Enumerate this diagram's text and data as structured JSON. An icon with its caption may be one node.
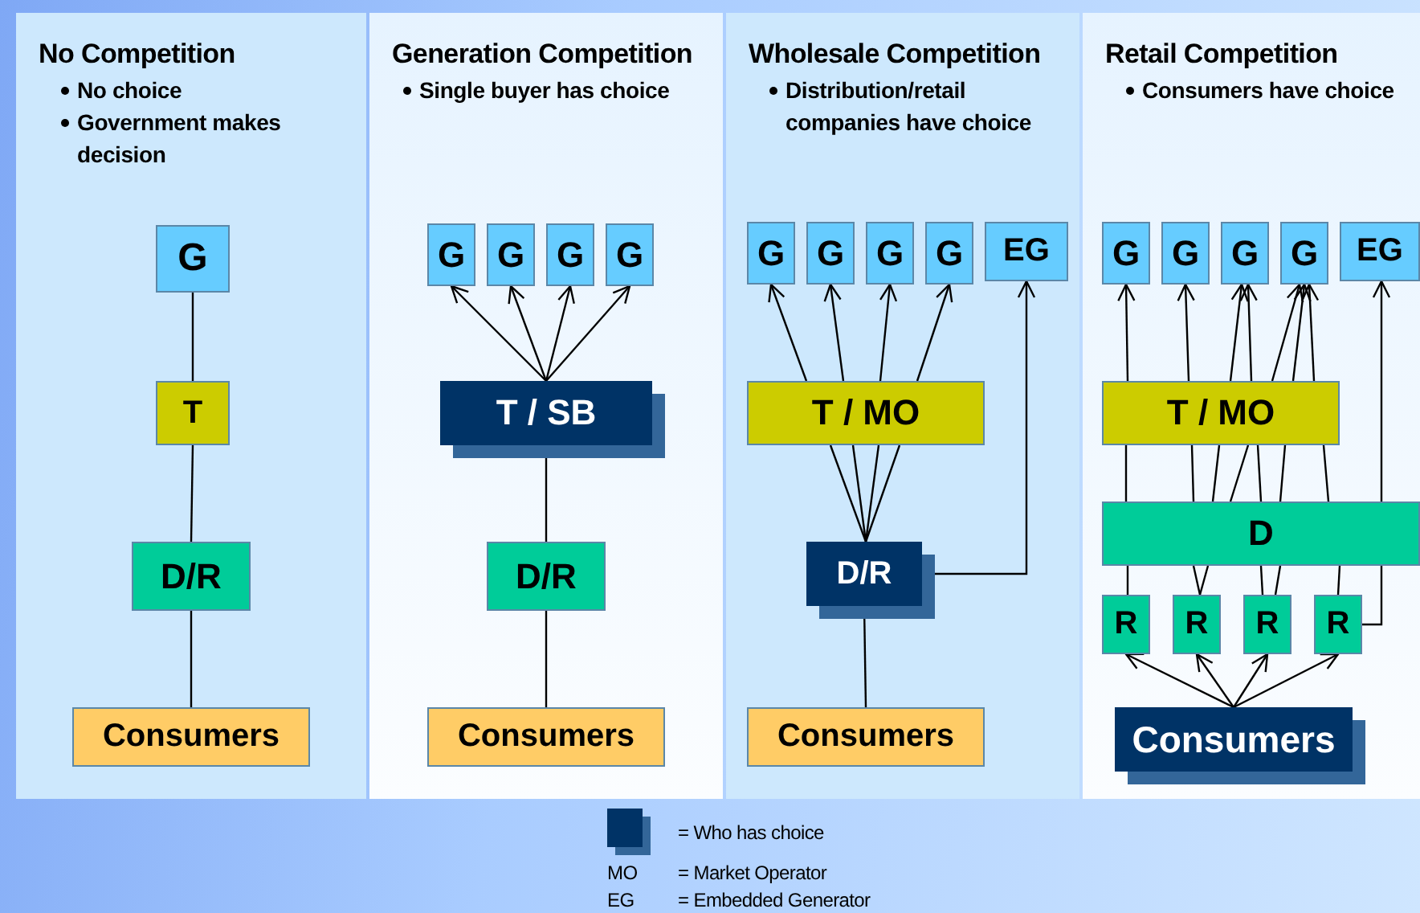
{
  "diagram": {
    "nodes": [
      {
        "text": [
          "No Competition",
          "No choice",
          "Government makes decision"
        ]
      },
      {
        "text": [
          "G"
        ],
        "in": 0
      },
      {
        "text": [
          "T"
        ],
        "in": 0
      },
      {
        "text": [
          "D/R"
        ],
        "in": 0
      },
      {
        "text": [
          "Consumers"
        ],
        "in": 0
      },
      {
        "text": [
          "Generation Competition",
          "Single buyer has choice"
        ]
      },
      {
        "text": [
          "G"
        ],
        "in": 5
      },
      {
        "text": [
          "G"
        ],
        "in": 5
      },
      {
        "text": [
          "G"
        ],
        "in": 5
      },
      {
        "text": [
          "G"
        ],
        "in": 5
      },
      {
        "text": [
          "T / SB"
        ],
        "in": 5
      },
      {
        "text": [
          "D/R"
        ],
        "in": 5
      },
      {
        "text": [
          "Consumers"
        ],
        "in": 5
      },
      {
        "text": [
          "Wholesale Competition",
          "Distribution/retail companies have choice"
        ]
      },
      {
        "text": [
          "G"
        ],
        "in": 13
      },
      {
        "text": [
          "G"
        ],
        "in": 13
      },
      {
        "text": [
          "G"
        ],
        "in": 13
      },
      {
        "text": [
          "G"
        ],
        "in": 13
      },
      {
        "text": [
          "EG"
        ],
        "in": 13
      },
      {
        "text": [
          "T / MO"
        ],
        "in": 13
      },
      {
        "text": [
          "D/R"
        ],
        "in": 13
      },
      {
        "text": [
          "Consumers"
        ],
        "in": 13
      },
      {
        "text": [
          "Retail Competition",
          "Consumers have choice"
        ]
      },
      {
        "text": [
          "G"
        ],
        "in": 22
      },
      {
        "text": [
          "G"
        ],
        "in": 22
      },
      {
        "text": [
          "G"
        ],
        "in": 22
      },
      {
        "text": [
          "G"
        ],
        "in": 22
      },
      {
        "text": [
          "EG"
        ],
        "in": 22
      },
      {
        "text": [
          "T / MO"
        ],
        "in": 22
      },
      {
        "text": [
          "D"
        ],
        "in": 22
      },
      {
        "text": [
          "R"
        ],
        "in": 22
      },
      {
        "text": [
          "R"
        ],
        "in": 22
      },
      {
        "text": [
          "R"
        ],
        "in": 22
      },
      {
        "text": [
          "R"
        ],
        "in": 22
      },
      {
        "text": [
          "Consumers"
        ],
        "in": 22
      }
    ],
    "edges": [
      {
        "from": 1,
        "to": 2,
        "arrow": "none"
      },
      {
        "from": 2,
        "to": 3,
        "arrow": "none"
      },
      {
        "from": 3,
        "to": 4,
        "arrow": "none"
      },
      {
        "from": 10,
        "to": 6,
        "arrow": "to"
      },
      {
        "from": 10,
        "to": 7,
        "arrow": "to"
      },
      {
        "from": 10,
        "to": 8,
        "arrow": "to"
      },
      {
        "from": 10,
        "to": 9,
        "arrow": "to"
      },
      {
        "from": 10,
        "to": 11,
        "arrow": "none"
      },
      {
        "from": 11,
        "to": 12,
        "arrow": "none"
      },
      {
        "from": 19,
        "to": 14,
        "arrow": "to"
      },
      {
        "from": 19,
        "to": 15,
        "arrow": "to"
      },
      {
        "from": 19,
        "to": 16,
        "arrow": "to"
      },
      {
        "from": 19,
        "to": 17,
        "arrow": "to"
      },
      {
        "from": 20,
        "to": 19,
        "arrow": "none"
      },
      {
        "from": 20,
        "to": 19,
        "arrow": "none"
      },
      {
        "from": 20,
        "to": 19,
        "arrow": "none"
      },
      {
        "from": 20,
        "to": 19,
        "arrow": "none"
      },
      {
        "from": 20,
        "to": 18,
        "arrow": "to"
      },
      {
        "from": 20,
        "to": 21,
        "arrow": "none"
      },
      {
        "from": 28,
        "to": 23,
        "arrow": "to"
      },
      {
        "from": 28,
        "to": 24,
        "arrow": "to"
      },
      {
        "from": 28,
        "to": 25,
        "arrow": "to"
      },
      {
        "from": 28,
        "to": 25,
        "arrow": "to"
      },
      {
        "from": 28,
        "to": 26,
        "arrow": "to"
      },
      {
        "from": 28,
        "to": 26,
        "arrow": "to"
      },
      {
        "from": 28,
        "to": 26,
        "arrow": "to"
      },
      {
        "from": 29,
        "to": 28,
        "arrow": "none"
      },
      {
        "from": 29,
        "to": 28,
        "arrow": "none"
      },
      {
        "from": 29,
        "to": 28,
        "arrow": "none"
      },
      {
        "from": 29,
        "to": 28,
        "arrow": "none"
      },
      {
        "from": 29,
        "to": 28,
        "arrow": "none"
      },
      {
        "from": 29,
        "to": 28,
        "arrow": "none"
      },
      {
        "from": 29,
        "to": 28,
        "arrow": "none"
      },
      {
        "from": 29,
        "to": 27,
        "arrow": "to"
      },
      {
        "from": 30,
        "to": 29,
        "arrow": "none"
      },
      {
        "from": 31,
        "to": 29,
        "arrow": "none"
      },
      {
        "from": 31,
        "to": 29,
        "arrow": "none"
      },
      {
        "from": 32,
        "to": 29,
        "arrow": "none"
      },
      {
        "from": 32,
        "to": 29,
        "arrow": "none"
      },
      {
        "from": 33,
        "to": 29,
        "arrow": "none"
      },
      {
        "from": 33,
        "to": 29,
        "arrow": "none"
      },
      {
        "from": 34,
        "to": 30,
        "arrow": "to"
      },
      {
        "from": 34,
        "to": 31,
        "arrow": "to"
      },
      {
        "from": 34,
        "to": 32,
        "arrow": "to"
      },
      {
        "from": 34,
        "to": 33,
        "arrow": "to"
      }
    ],
    "labels": [
      "MO",
      "= Market Operator",
      "EG",
      "= Embedded Generator"
    ],
    "legend": [
      {
        "text": "= Who has choice",
        "color": "#003366"
      }
    ]
  }
}
